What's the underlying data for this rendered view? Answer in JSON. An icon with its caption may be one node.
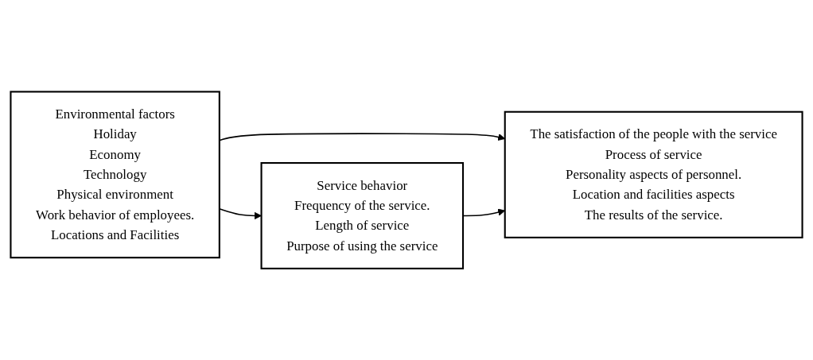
{
  "diagram": {
    "nodes": [
      {
        "text": [
          "Environmental factors",
          "Holiday",
          "Economy",
          "Technology",
          "Physical environment",
          "Work behavior of employees.",
          "Locations and Facilities"
        ]
      },
      {
        "text": [
          "Service behavior",
          "Frequency of the service.",
          "Length of service",
          "Purpose of using the service"
        ]
      },
      {
        "text": [
          "The satisfaction of the people with the service",
          "Process of service",
          "Personality aspects of personnel.",
          "Location and facilities aspects",
          "The results of the service."
        ]
      }
    ],
    "edges": [
      {
        "from": 0,
        "to": 1,
        "arrow": "to"
      },
      {
        "from": 0,
        "to": 2,
        "arrow": "to"
      },
      {
        "from": 1,
        "to": 2,
        "arrow": "to"
      }
    ]
  }
}
